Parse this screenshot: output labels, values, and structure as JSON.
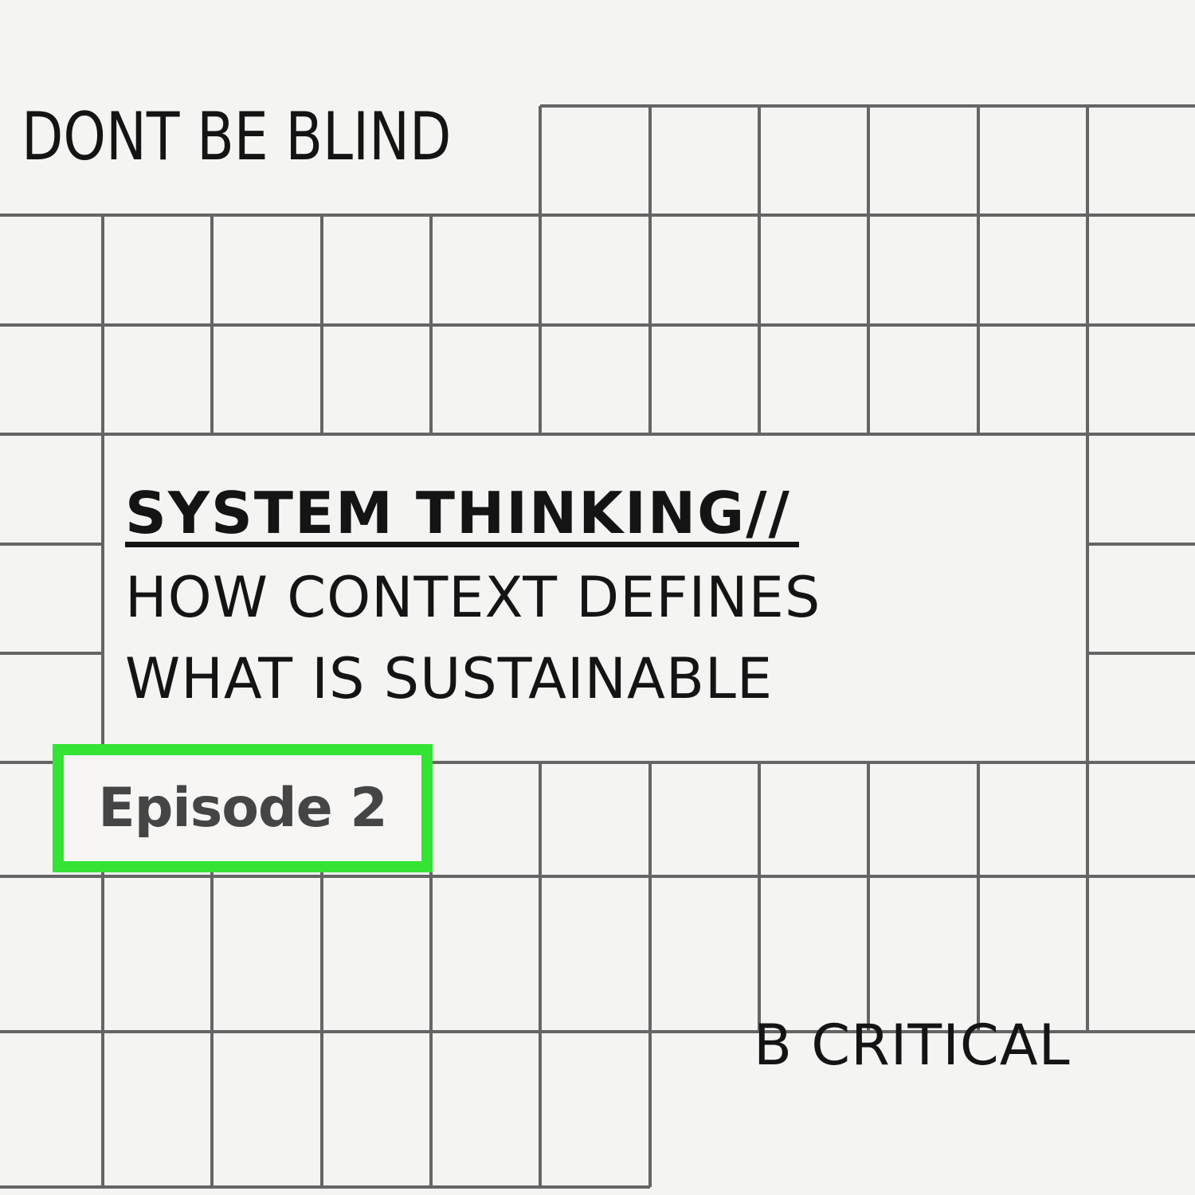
{
  "poster": {
    "tagline": "DONT BE BLIND",
    "title": "SYSTEM THINKING//",
    "subtitle_line1": "HOW CONTEXT DEFINES",
    "subtitle_line2": "WHAT IS SUSTAINABLE",
    "episode_label": "Episode 2",
    "brand": "B CRITICAL",
    "colors": {
      "background": "#f4f4f2",
      "grid_line": "#656565",
      "text_primary": "#141414",
      "accent_green": "#35e335",
      "episode_text": "#454545"
    }
  }
}
